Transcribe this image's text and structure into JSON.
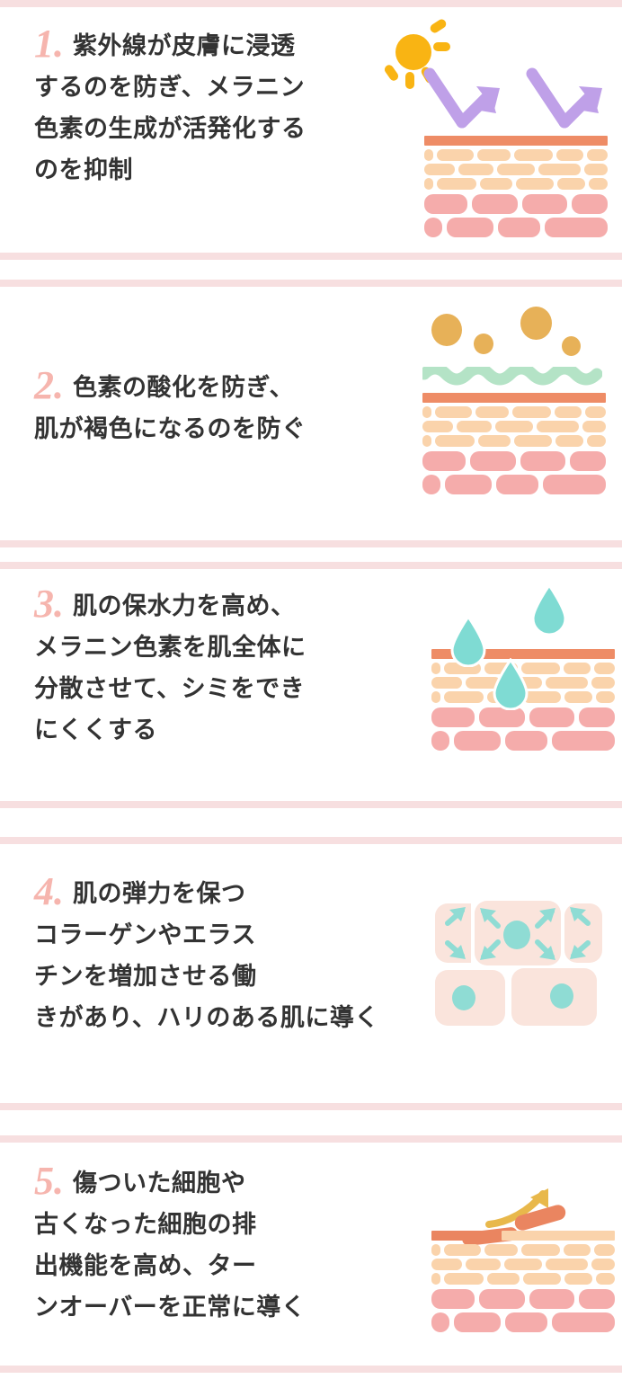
{
  "palette": {
    "divider": "#f7dfe0",
    "numeral": "#f6b5ae",
    "text": "#333333",
    "skin_top": "#ee8c66",
    "epidermis_brick": "#fad3ab",
    "dermis_brick": "#f5acab",
    "sun": "#f9b413",
    "uv_arrow": "#bfa0e8",
    "pigment_dot": "#e7b158",
    "barrier_wave": "#b4e3c6",
    "water_drop": "#7fdbd3",
    "cell_body": "#fae4dc",
    "cell_nucleus": "#8fdcd4",
    "turnover_arrow": "#e8b84b",
    "flake": "#ea8560",
    "background": "#ffffff"
  },
  "sections": [
    {
      "number": "1.",
      "lines": [
        "紫外線が皮膚に浸透",
        "するのを防ぎ、メラニン",
        "色素の生成が活発化する",
        "のを抑制"
      ],
      "illustration": "sun-uv-skin-diagram"
    },
    {
      "number": "2.",
      "lines": [
        "色素の酸化を防ぎ、",
        "肌が褐色になるのを防ぐ"
      ],
      "illustration": "pigment-barrier-skin-diagram"
    },
    {
      "number": "3.",
      "lines": [
        "肌の保水力を高め、",
        "メラニン色素を肌全体に",
        "分散させて、シミをでき",
        "にくくする"
      ],
      "illustration": "water-droplets-skin-diagram"
    },
    {
      "number": "4.",
      "lines": [
        "肌の弾力を保つ",
        "コラーゲンやエラス",
        "チンを増加させる働",
        "きがあり、ハリのある肌に導く"
      ],
      "illustration": "collagen-cells-diagram"
    },
    {
      "number": "5.",
      "lines": [
        "傷ついた細胞や",
        "古くなった細胞の排",
        "出機能を高め、ター",
        "ンオーバーを正常に導く"
      ],
      "illustration": "turnover-skin-diagram"
    }
  ]
}
